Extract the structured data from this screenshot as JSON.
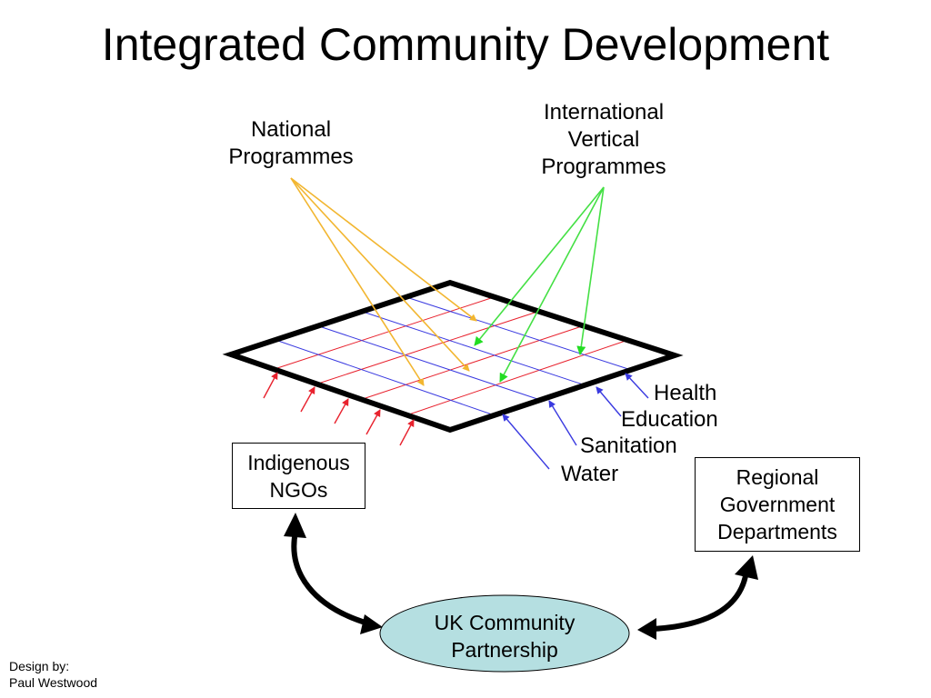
{
  "title": "Integrated Community Development",
  "labels": {
    "national_programmes": [
      "National",
      "Programmes"
    ],
    "international_vertical_programmes": [
      "International",
      "Vertical",
      "Programmes"
    ],
    "sectors": {
      "health": "Health",
      "education": "Education",
      "sanitation": "Sanitation",
      "water": "Water"
    }
  },
  "boxes": {
    "indigenous_ngos": [
      "Indigenous",
      "NGOs"
    ],
    "regional_government": [
      "Regional",
      "Government",
      "Departments"
    ]
  },
  "hub": [
    "UK Community",
    "Partnership"
  ],
  "credit": [
    "Design by:",
    "Paul Westwood"
  ],
  "colors": {
    "national_arrows": "#f2b630",
    "international_arrows": "#44e044",
    "red_grid": "#e8222e",
    "blue_grid": "#3a3ae0",
    "hub_fill": "#b5dfe1",
    "outline": "#000000"
  }
}
